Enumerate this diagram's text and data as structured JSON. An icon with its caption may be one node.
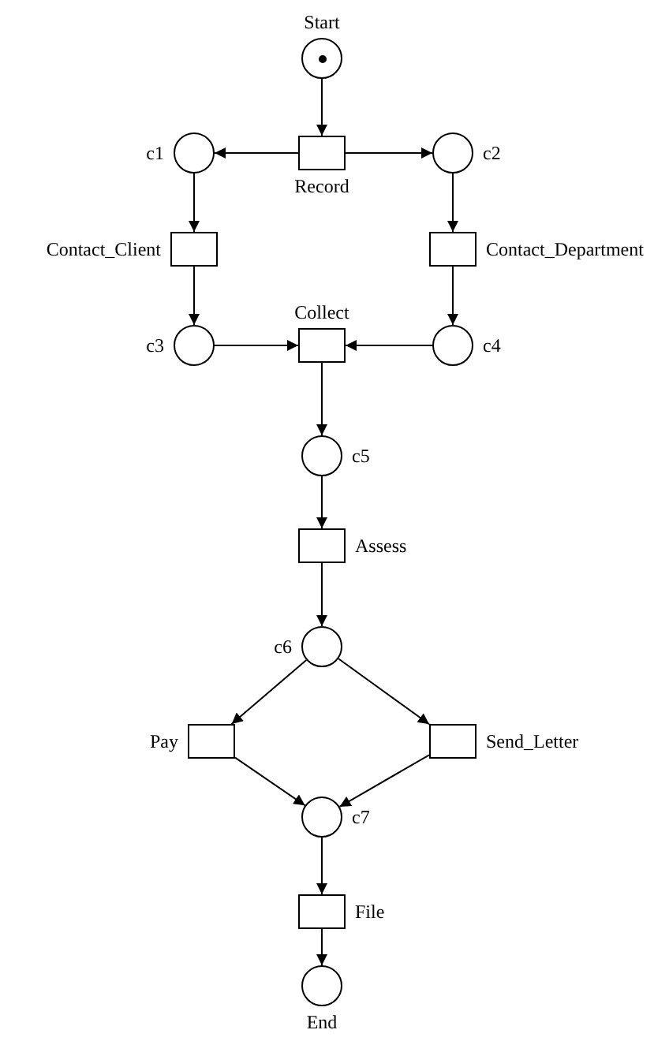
{
  "diagram": {
    "nodes": [
      {
        "text": [],
        "shape": "circle",
        "beside": [
          "Start"
        ]
      },
      {
        "text": [],
        "shape": "circle",
        "beside": [
          "c1"
        ]
      },
      {
        "text": [],
        "shape": "box",
        "beside": [
          "Record"
        ]
      },
      {
        "text": [],
        "shape": "circle",
        "beside": [
          "c2"
        ]
      },
      {
        "text": [],
        "shape": "box",
        "beside": [
          "Contact_Client"
        ]
      },
      {
        "text": [],
        "shape": "box",
        "beside": [
          "Contact_Department"
        ]
      },
      {
        "text": [],
        "shape": "circle",
        "beside": [
          "c3"
        ]
      },
      {
        "text": [],
        "shape": "box",
        "beside": [
          "Collect"
        ]
      },
      {
        "text": [],
        "shape": "circle",
        "beside": [
          "c4"
        ]
      },
      {
        "text": [],
        "shape": "circle",
        "beside": [
          "c5"
        ]
      },
      {
        "text": [],
        "shape": "box",
        "beside": [
          "Assess"
        ]
      },
      {
        "text": [],
        "shape": "circle",
        "beside": [
          "c6"
        ]
      },
      {
        "text": [],
        "shape": "box",
        "beside": [
          "Pay"
        ]
      },
      {
        "text": [],
        "shape": "box",
        "beside": [
          "Send_Letter"
        ]
      },
      {
        "text": [],
        "shape": "circle",
        "beside": [
          "c7"
        ]
      },
      {
        "text": [],
        "shape": "box",
        "beside": [
          "File"
        ]
      },
      {
        "text": [],
        "shape": "circle",
        "beside": [
          "End"
        ]
      }
    ],
    "edges": [
      {
        "from": 0,
        "to": 2,
        "arrow": "to"
      },
      {
        "from": 2,
        "to": 1,
        "arrow": "to"
      },
      {
        "from": 2,
        "to": 3,
        "arrow": "to"
      },
      {
        "from": 1,
        "to": 4,
        "arrow": "to"
      },
      {
        "from": 3,
        "to": 5,
        "arrow": "to"
      },
      {
        "from": 4,
        "to": 6,
        "arrow": "to"
      },
      {
        "from": 5,
        "to": 8,
        "arrow": "to"
      },
      {
        "from": 6,
        "to": 7,
        "arrow": "to"
      },
      {
        "from": 8,
        "to": 7,
        "arrow": "to"
      },
      {
        "from": 7,
        "to": 9,
        "arrow": "to"
      },
      {
        "from": 9,
        "to": 10,
        "arrow": "to"
      },
      {
        "from": 10,
        "to": 11,
        "arrow": "to"
      },
      {
        "from": 11,
        "to": 12,
        "arrow": "to"
      },
      {
        "from": 11,
        "to": 13,
        "arrow": "to"
      },
      {
        "from": 12,
        "to": 14,
        "arrow": "to"
      },
      {
        "from": 13,
        "to": 14,
        "arrow": "to"
      },
      {
        "from": 14,
        "to": 15,
        "arrow": "to"
      },
      {
        "from": 15,
        "to": 16,
        "arrow": "to"
      }
    ]
  }
}
